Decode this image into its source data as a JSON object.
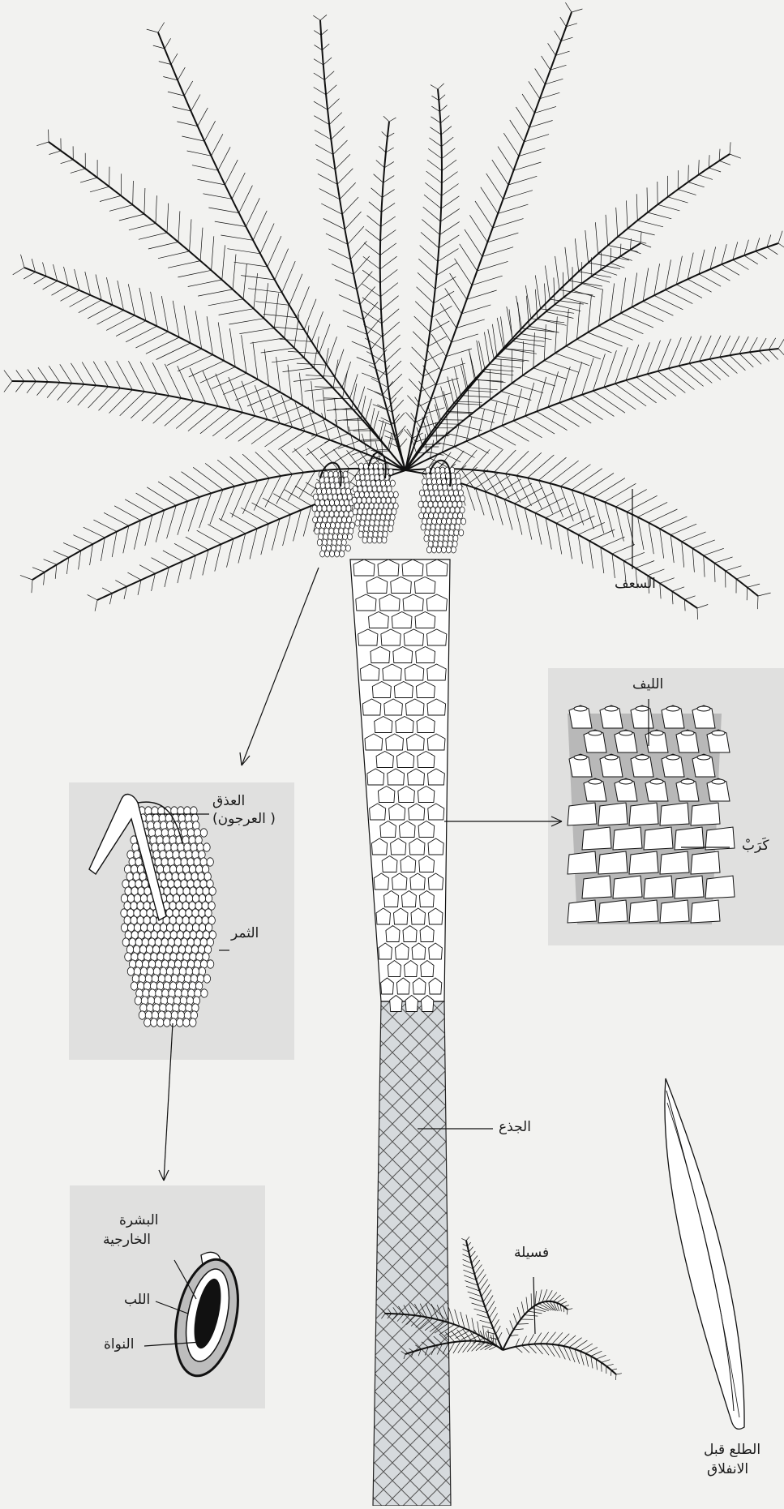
{
  "labels": {
    "fronds": "السعف",
    "fiber": "الليف",
    "petiole_bases": "كَرَبْ",
    "bunch_stalk": "العذق",
    "bunch_stalk_alt": "( العرجون)",
    "fruits": "الثمر",
    "trunk": "الجذع",
    "outer_skin_1": "البشرة",
    "outer_skin_2": "الخارجية",
    "pulp": "اللب",
    "pit": "النواة",
    "offshoot": "فسيلة",
    "spathe_1": "الطلع قبل",
    "spathe_2": "الانفلاق"
  },
  "colors": {
    "background": "#f2f2f0",
    "inset_panel": "#e0e0df",
    "line": "#111111",
    "fiber_fill": "#b8b8b8",
    "trunk_fill": "#d6dadd"
  }
}
